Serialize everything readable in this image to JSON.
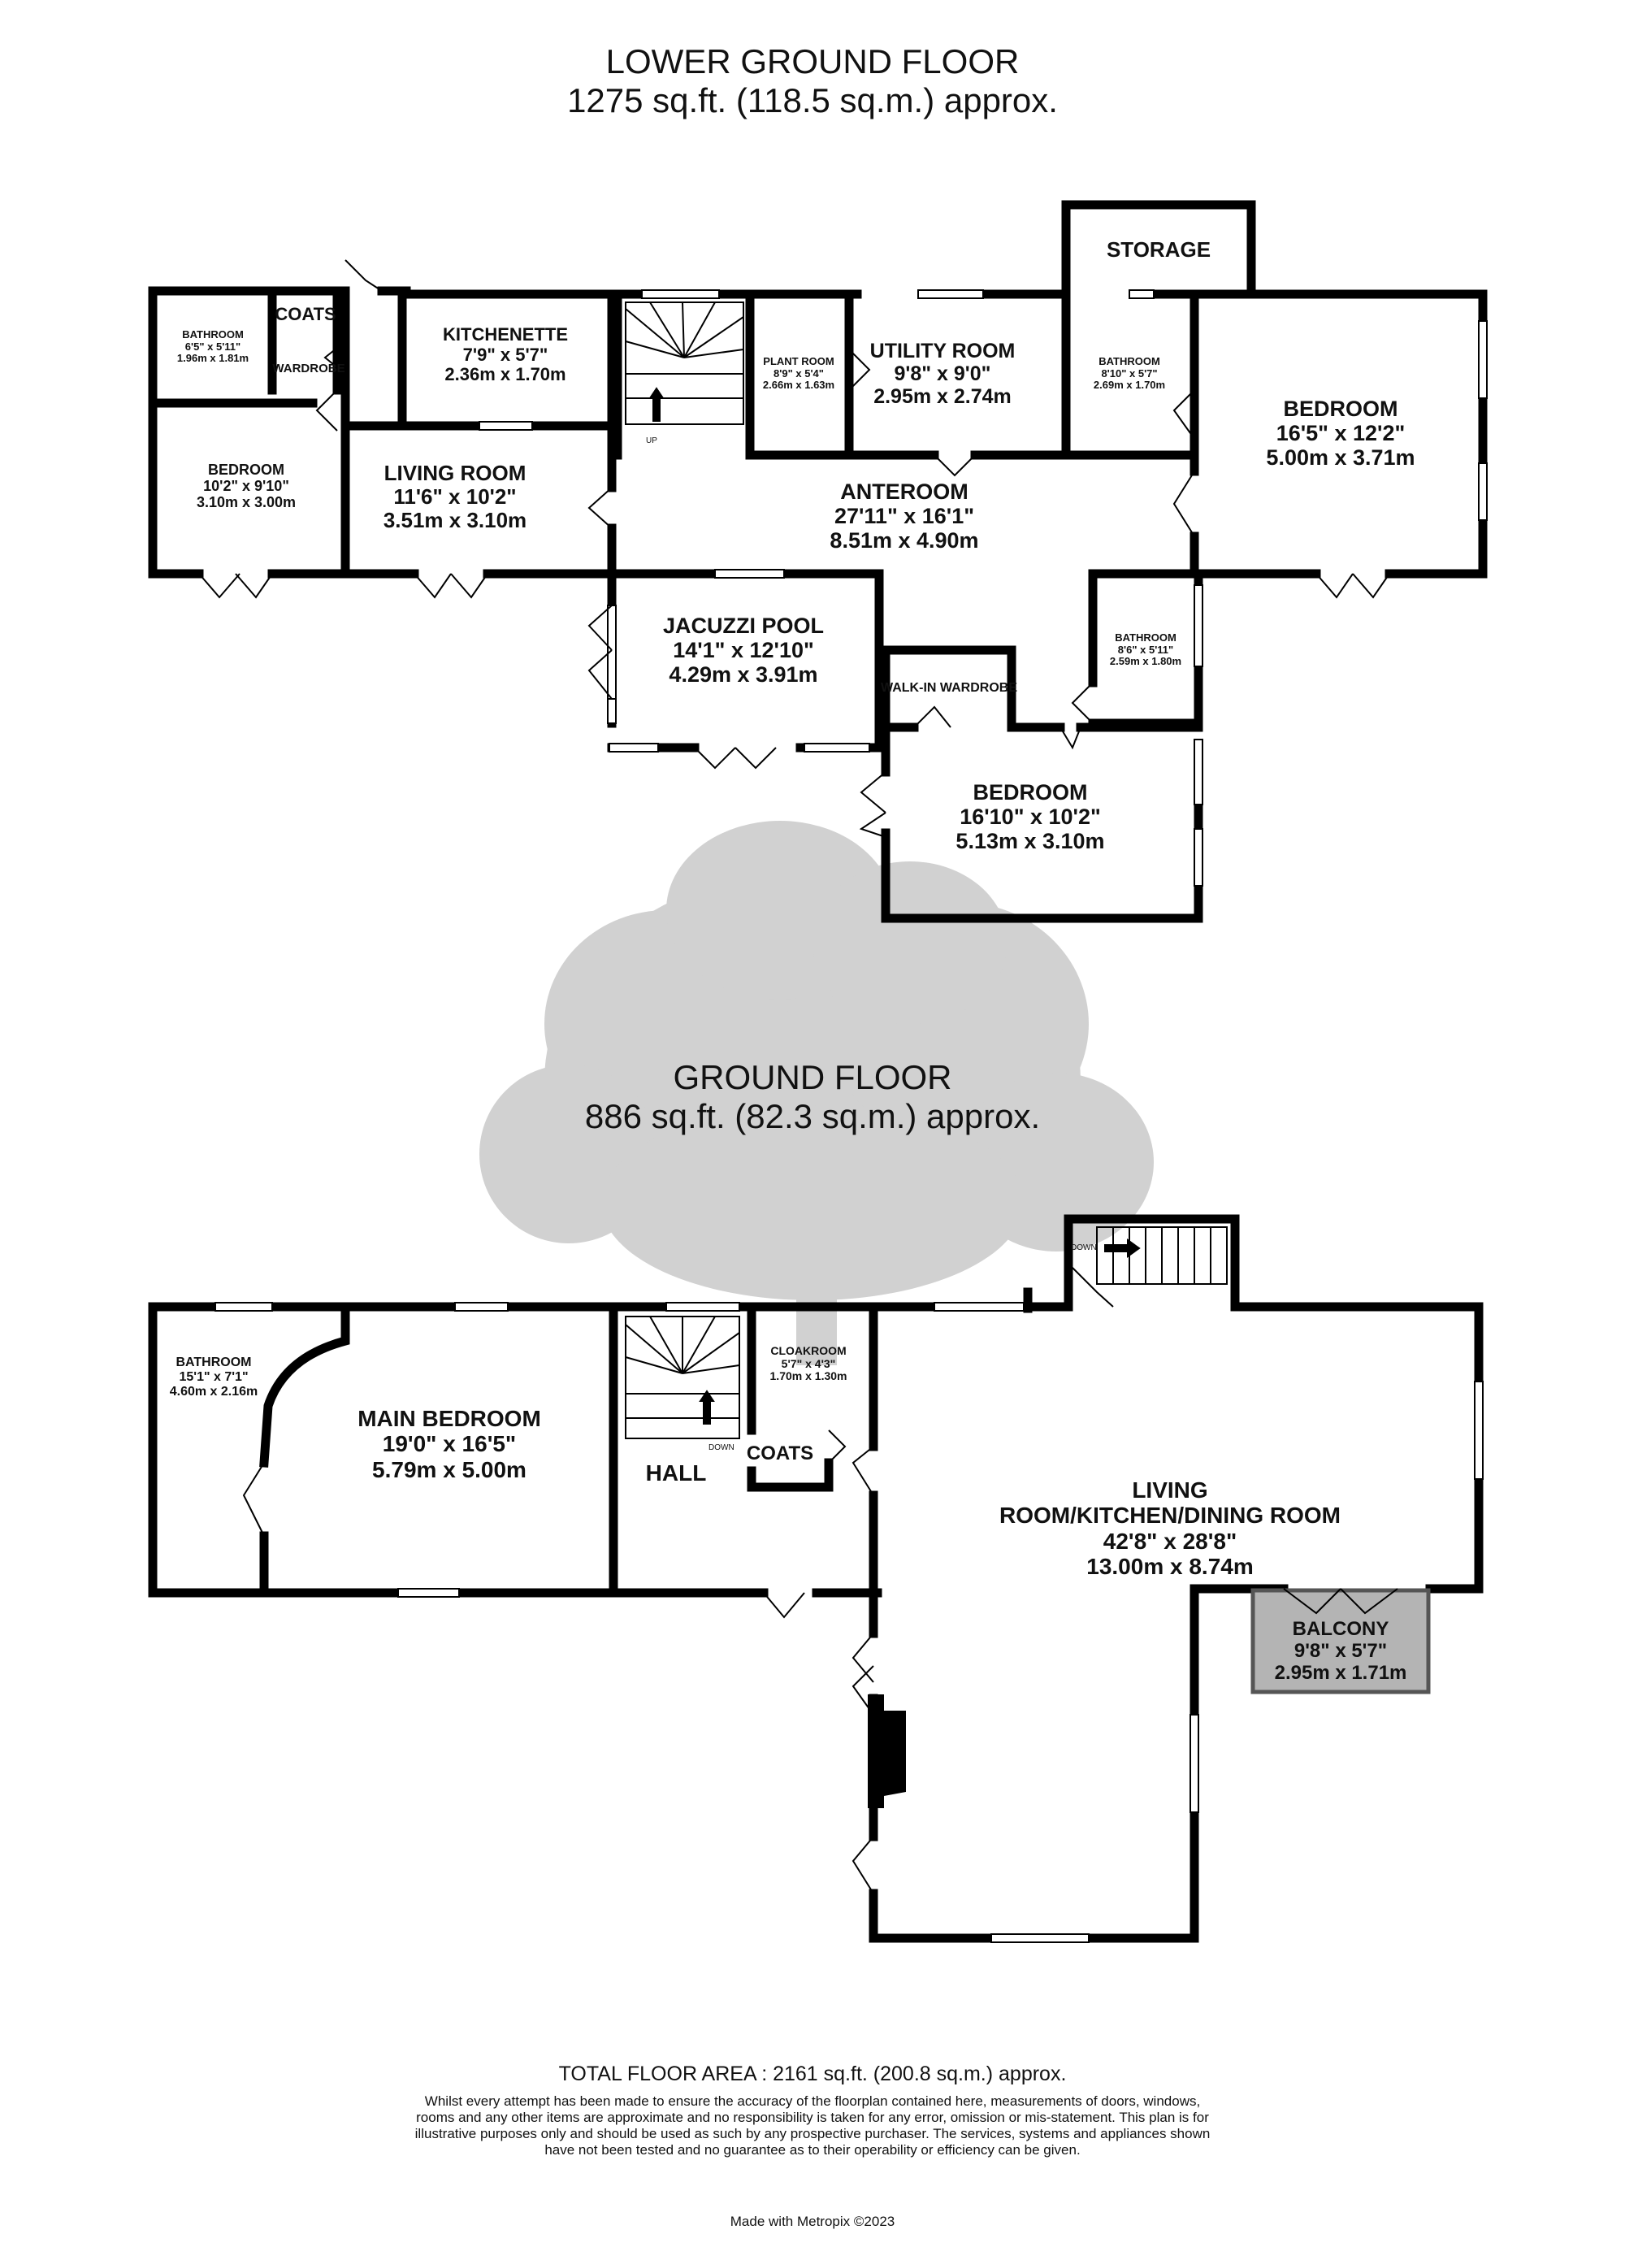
{
  "lower_ground": {
    "title": "LOWER GROUND FLOOR",
    "area": "1275 sq.ft. (118.5 sq.m.) approx.",
    "rooms": {
      "bathroom1": {
        "name": "BATHROOM",
        "imp": "6'5\" x 5'11\"",
        "met": "1.96m x 1.81m"
      },
      "coats": {
        "name": "COATS"
      },
      "wardrobe": {
        "name": "WARDROBE"
      },
      "kitchenette": {
        "name": "KITCHENETTE",
        "imp": "7'9\" x 5'7\"",
        "met": "2.36m x 1.70m"
      },
      "bedroom1": {
        "name": "BEDROOM",
        "imp": "10'2\" x 9'10\"",
        "met": "3.10m x 3.00m"
      },
      "living": {
        "name": "LIVING ROOM",
        "imp": "11'6\" x 10'2\"",
        "met": "3.51m x 3.10m"
      },
      "plant": {
        "name": "PLANT ROOM",
        "imp": "8'9\" x 5'4\"",
        "met": "2.66m x 1.63m"
      },
      "utility": {
        "name": "UTILITY ROOM",
        "imp": "9'8\" x 9'0\"",
        "met": "2.95m x 2.74m"
      },
      "storage": {
        "name": "STORAGE"
      },
      "bathroom2": {
        "name": "BATHROOM",
        "imp": "8'10\" x 5'7\"",
        "met": "2.69m x 1.70m"
      },
      "bedroom2": {
        "name": "BEDROOM",
        "imp": "16'5\" x 12'2\"",
        "met": "5.00m x 3.71m"
      },
      "anteroom": {
        "name": "ANTEROOM",
        "imp": "27'11\" x 16'1\"",
        "met": "8.51m x 4.90m"
      },
      "jacuzzi": {
        "name": "JACUZZI POOL",
        "imp": "14'1\" x 12'10\"",
        "met": "4.29m x 3.91m"
      },
      "walkin": {
        "name": "WALK-IN WARDROBE"
      },
      "bathroom3": {
        "name": "BATHROOM",
        "imp": "8'6\" x 5'11\"",
        "met": "2.59m x 1.80m"
      },
      "bedroom3": {
        "name": "BEDROOM",
        "imp": "16'10\" x 10'2\"",
        "met": "5.13m x 3.10m"
      }
    },
    "stair_label": "UP"
  },
  "ground": {
    "title": "GROUND FLOOR",
    "area": "886 sq.ft. (82.3 sq.m.) approx.",
    "rooms": {
      "bathroom": {
        "name": "BATHROOM",
        "imp": "15'1\" x 7'1\"",
        "met": "4.60m x 2.16m"
      },
      "main_bedroom": {
        "name": "MAIN BEDROOM",
        "imp": "19'0\" x 16'5\"",
        "met": "5.79m x 5.00m"
      },
      "hall": {
        "name": "HALL"
      },
      "cloakroom": {
        "name": "CLOAKROOM",
        "imp": "5'7\" x 4'3\"",
        "met": "1.70m x 1.30m"
      },
      "coats": {
        "name": "COATS"
      },
      "living": {
        "name1": "LIVING",
        "name2": "ROOM/KITCHEN/DINING ROOM",
        "imp": "42'8\" x 28'8\"",
        "met": "13.00m x 8.74m"
      },
      "balcony": {
        "name": "BALCONY",
        "imp": "9'8\" x 5'7\"",
        "met": "2.95m x 1.71m"
      }
    },
    "stair_label": "DOWN",
    "stair_label_2": "DOWN"
  },
  "footer": {
    "total": "TOTAL FLOOR AREA : 2161 sq.ft. (200.8 sq.m.) approx.",
    "disclaimer": "Whilst every attempt has been made to ensure the accuracy of the floorplan contained here, measurements of doors, windows, rooms and any other items are approximate and no responsibility is taken for any error, omission or mis-statement. This plan is for illustrative purposes only and should be used as such by any prospective purchaser. The services, systems and appliances shown have not been tested and no guarantee as to their operability or efficiency can be given.",
    "credit": "Made with Metropix ©2023"
  },
  "colors": {
    "wall": "#000000",
    "balcony_fill": "#b4b4b4",
    "watermark": "#c9c9c9"
  }
}
